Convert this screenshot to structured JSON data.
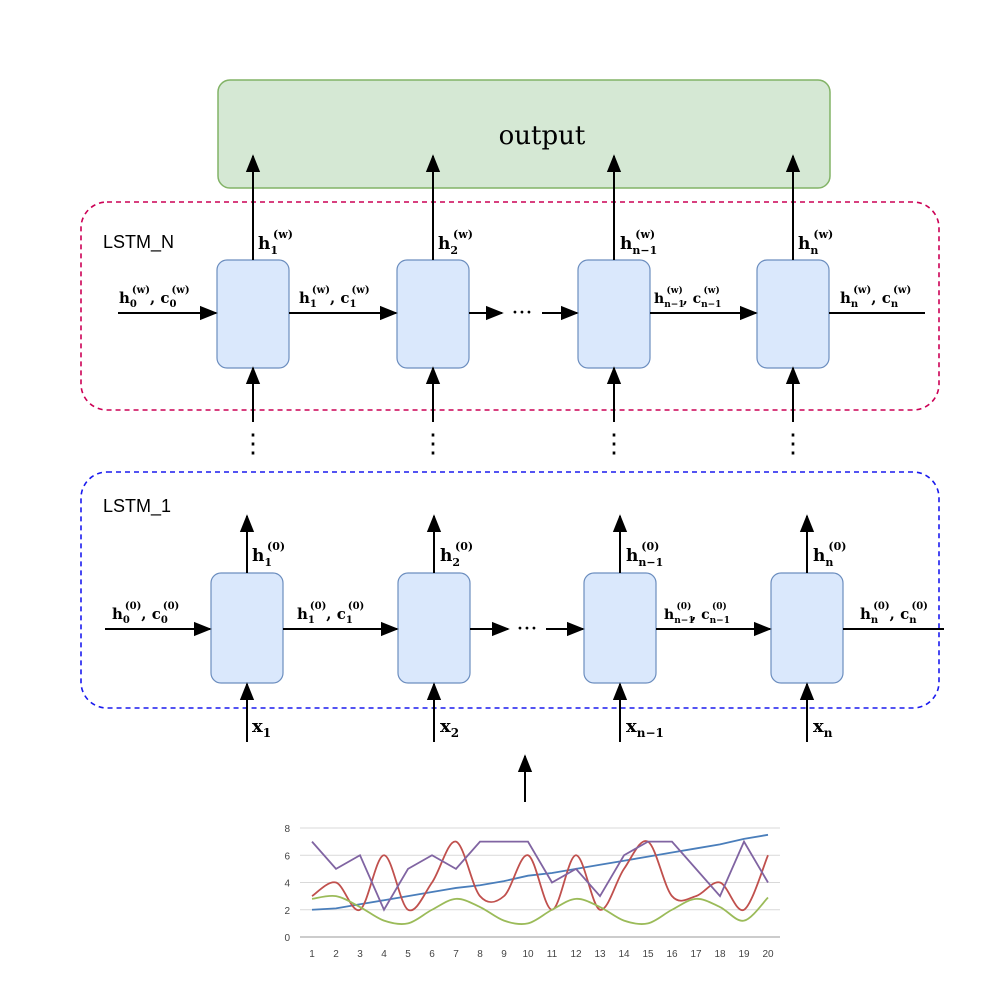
{
  "title": "output",
  "top_layer": {
    "label": "LSTM_N",
    "outputs": [
      {
        "base": "h",
        "sub": "1",
        "sup": "(w)"
      },
      {
        "base": "h",
        "sub": "2",
        "sup": "(w)"
      },
      {
        "base": "h",
        "sub": "n−1",
        "sup": "(w)"
      },
      {
        "base": "h",
        "sub": "n",
        "sup": "(w)"
      }
    ],
    "states": [
      {
        "base": "h",
        "sub": "0",
        "sup": "(w)",
        "base2": "c",
        "sub2": "0",
        "sup2": "(w)"
      },
      {
        "base": "h",
        "sub": "1",
        "sup": "(w)",
        "base2": "c",
        "sub2": "1",
        "sup2": "(w)"
      },
      {
        "base": "h",
        "sub": "n−1",
        "sup": "(w)",
        "base2": "c",
        "sub2": "n−1",
        "sup2": "(w)"
      },
      {
        "base": "h",
        "sub": "n",
        "sup": "(w)",
        "base2": "c",
        "sub2": "n",
        "sup2": "(w)"
      }
    ]
  },
  "bottom_layer": {
    "label": "LSTM_1",
    "outputs": [
      {
        "base": "h",
        "sub": "1",
        "sup": "(0)"
      },
      {
        "base": "h",
        "sub": "2",
        "sup": "(0)"
      },
      {
        "base": "h",
        "sub": "n−1",
        "sup": "(0)"
      },
      {
        "base": "h",
        "sub": "n",
        "sup": "(0)"
      }
    ],
    "states": [
      {
        "base": "h",
        "sub": "0",
        "sup": "(0)",
        "base2": "c",
        "sub2": "0",
        "sup2": "(0)"
      },
      {
        "base": "h",
        "sub": "1",
        "sup": "(0)",
        "base2": "c",
        "sub2": "1",
        "sup2": "(0)"
      },
      {
        "base": "h",
        "sub": "n−1",
        "sup": "(0)",
        "base2": "c",
        "sub2": "n−1",
        "sup2": "(0)"
      },
      {
        "base": "h",
        "sub": "n",
        "sup": "(0)",
        "base2": "c",
        "sub2": "n",
        "sup2": "(0)"
      }
    ],
    "inputs": [
      {
        "base": "x",
        "sub": "1"
      },
      {
        "base": "x",
        "sub": "2"
      },
      {
        "base": "x",
        "sub": "n−1"
      },
      {
        "base": "x",
        "sub": "n"
      }
    ]
  },
  "ellipsis": "···",
  "vdots": "⋮",
  "colors": {
    "output_fill": "#d5e8d4",
    "output_stroke": "#82b366",
    "cell_fill": "#dae8fc",
    "cell_stroke": "#6c8ebf",
    "top_border": "#cc0055",
    "bottom_border": "#1a1aee"
  },
  "chart_data": {
    "type": "line",
    "x": [
      1,
      2,
      3,
      4,
      5,
      6,
      7,
      8,
      9,
      10,
      11,
      12,
      13,
      14,
      15,
      16,
      17,
      18,
      19,
      20
    ],
    "ylim": [
      0,
      8
    ],
    "yticks": [
      0,
      2,
      4,
      6,
      8
    ],
    "grid": true,
    "series": [
      {
        "color": "#4a7ebb",
        "values": [
          2,
          2.1,
          2.4,
          2.7,
          3.0,
          3.3,
          3.6,
          3.8,
          4.1,
          4.5,
          4.7,
          5.0,
          5.3,
          5.6,
          5.9,
          6.2,
          6.5,
          6.8,
          7.2,
          7.5
        ]
      },
      {
        "color": "#c0504d",
        "values": [
          3,
          4,
          2,
          6,
          2,
          4,
          7,
          3,
          3,
          6,
          2,
          6,
          2,
          5,
          7,
          3,
          3,
          4,
          2,
          6
        ]
      },
      {
        "color": "#9bbb59",
        "values": [
          2.8,
          3.0,
          2.2,
          1.2,
          1.0,
          2.0,
          2.8,
          2.2,
          1.2,
          1.0,
          2.0,
          2.8,
          2.2,
          1.2,
          1.0,
          2.0,
          2.8,
          2.2,
          1.2,
          2.9
        ]
      },
      {
        "color": "#8064a2",
        "values": [
          7,
          5,
          6,
          2,
          5,
          6,
          5,
          7,
          7,
          7,
          4,
          5,
          3,
          6,
          7,
          7,
          5,
          3,
          7,
          4
        ]
      }
    ]
  }
}
